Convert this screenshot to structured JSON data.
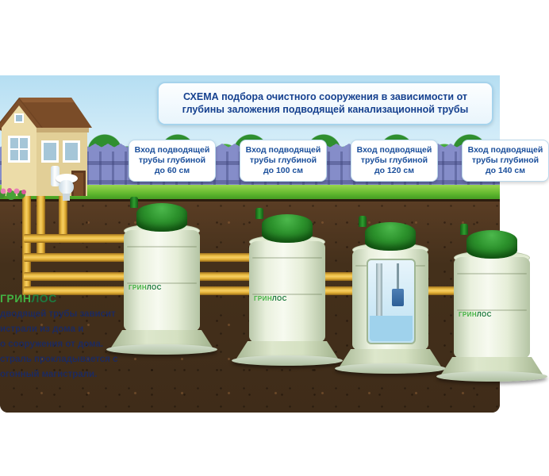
{
  "title": "СХЕМА подбора очистного сооружения в зависимости от глубины заложения подводящей канализационной трубы",
  "callouts": [
    {
      "label": "Вход подводящей трубы глубиной до 60 см"
    },
    {
      "label": "Вход подводящей трубы глубиной до 100 см"
    },
    {
      "label": "Вход подводящей трубы глубиной до 120 см"
    },
    {
      "label": "Вход подводящей трубы глубиной до 140 см"
    }
  ],
  "brand": {
    "green": "ГРИН",
    "dark": "ЛОС"
  },
  "description_lines": [
    "дводящей трубы зависит",
    "истрали из дома и",
    "о сооружения от дома.",
    "страль прокладывается с",
    "огонный магистрали."
  ],
  "colors": {
    "title_blue": "#16418f",
    "callout_blue": "#1b4f9b",
    "pipe_yellow": "#f2c14e",
    "tank_green": "#2c922c",
    "tank_shell": "#eef3e2",
    "grass_green": "#5cb52c",
    "soil_brown": "#46301c",
    "fence_violet": "#858dc9",
    "sky_blue": "#b5def2"
  }
}
